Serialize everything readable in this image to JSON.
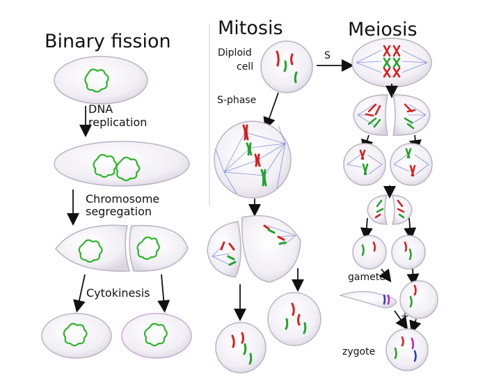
{
  "headings": {
    "binary_fission": "Binary fission",
    "mitosis": "Mitosis",
    "meiosis": "Meiosis"
  },
  "labels": {
    "dna_replication_1": "DNA",
    "dna_replication_2": "replication",
    "chromosome_segregation_1": "Chromosome",
    "chromosome_segregation_2": "segregation",
    "cytokinesis": "Cytokinesis",
    "diploid_1": "Diploid",
    "diploid_2": "cell",
    "s_phase": "S-phase",
    "s": "S",
    "gametes": "gametes",
    "plus": "+",
    "zygote": "zygote"
  },
  "colors": {
    "chromosome_red": "#dd1c1c",
    "chromosome_green": "#22a32a",
    "chromosome_blue": "#2a3cc8",
    "chromosome_magenta": "#c020c0",
    "spindle_blue": "#6a7fd8",
    "cell_fill": "#f1eef4",
    "cell_edge": "#b9b3bf"
  }
}
